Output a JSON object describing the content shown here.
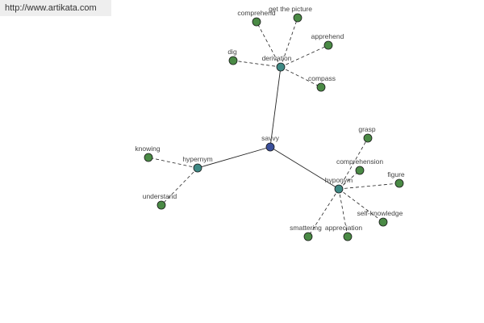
{
  "banner": {
    "url": "http://www.artikata.com"
  },
  "graph": {
    "root": "savvy",
    "colors": {
      "root": "#3a4f9b",
      "relation": "#3f8a85",
      "leaf": "#4a8a45"
    },
    "nodes": [
      {
        "id": "savvy",
        "label": "savvy",
        "kind": "root"
      },
      {
        "id": "derivation",
        "label": "derivation",
        "kind": "relation"
      },
      {
        "id": "hypernym",
        "label": "hypernym",
        "kind": "relation"
      },
      {
        "id": "hyponym",
        "label": "hyponym",
        "kind": "relation"
      },
      {
        "id": "comprehend",
        "label": "comprehend",
        "kind": "leaf"
      },
      {
        "id": "get-the-picture",
        "label": "get the picture",
        "kind": "leaf"
      },
      {
        "id": "apprehend",
        "label": "apprehend",
        "kind": "leaf"
      },
      {
        "id": "dig",
        "label": "dig",
        "kind": "leaf"
      },
      {
        "id": "compass",
        "label": "compass",
        "kind": "leaf"
      },
      {
        "id": "knowing",
        "label": "knowing",
        "kind": "leaf"
      },
      {
        "id": "understand",
        "label": "understand",
        "kind": "leaf"
      },
      {
        "id": "grasp",
        "label": "grasp",
        "kind": "leaf"
      },
      {
        "id": "comprehension",
        "label": "comprehension",
        "kind": "leaf"
      },
      {
        "id": "figure",
        "label": "figure",
        "kind": "leaf"
      },
      {
        "id": "self-knowledge",
        "label": "self-knowledge",
        "kind": "leaf"
      },
      {
        "id": "smattering",
        "label": "smattering",
        "kind": "leaf"
      },
      {
        "id": "appreciation",
        "label": "appreciation",
        "kind": "leaf"
      }
    ],
    "edges": [
      {
        "from": "savvy",
        "to": "derivation",
        "style": "solid"
      },
      {
        "from": "savvy",
        "to": "hypernym",
        "style": "solid"
      },
      {
        "from": "savvy",
        "to": "hyponym",
        "style": "solid"
      },
      {
        "from": "derivation",
        "to": "comprehend",
        "style": "dashed"
      },
      {
        "from": "derivation",
        "to": "get-the-picture",
        "style": "dashed"
      },
      {
        "from": "derivation",
        "to": "apprehend",
        "style": "dashed"
      },
      {
        "from": "derivation",
        "to": "dig",
        "style": "dashed"
      },
      {
        "from": "derivation",
        "to": "compass",
        "style": "dashed"
      },
      {
        "from": "hypernym",
        "to": "knowing",
        "style": "dashed"
      },
      {
        "from": "hypernym",
        "to": "understand",
        "style": "dashed"
      },
      {
        "from": "hyponym",
        "to": "grasp",
        "style": "dashed"
      },
      {
        "from": "hyponym",
        "to": "comprehension",
        "style": "dashed"
      },
      {
        "from": "hyponym",
        "to": "figure",
        "style": "dashed"
      },
      {
        "from": "hyponym",
        "to": "self-knowledge",
        "style": "dashed"
      },
      {
        "from": "hyponym",
        "to": "smattering",
        "style": "dashed"
      },
      {
        "from": "hyponym",
        "to": "appreciation",
        "style": "dashed"
      }
    ]
  }
}
